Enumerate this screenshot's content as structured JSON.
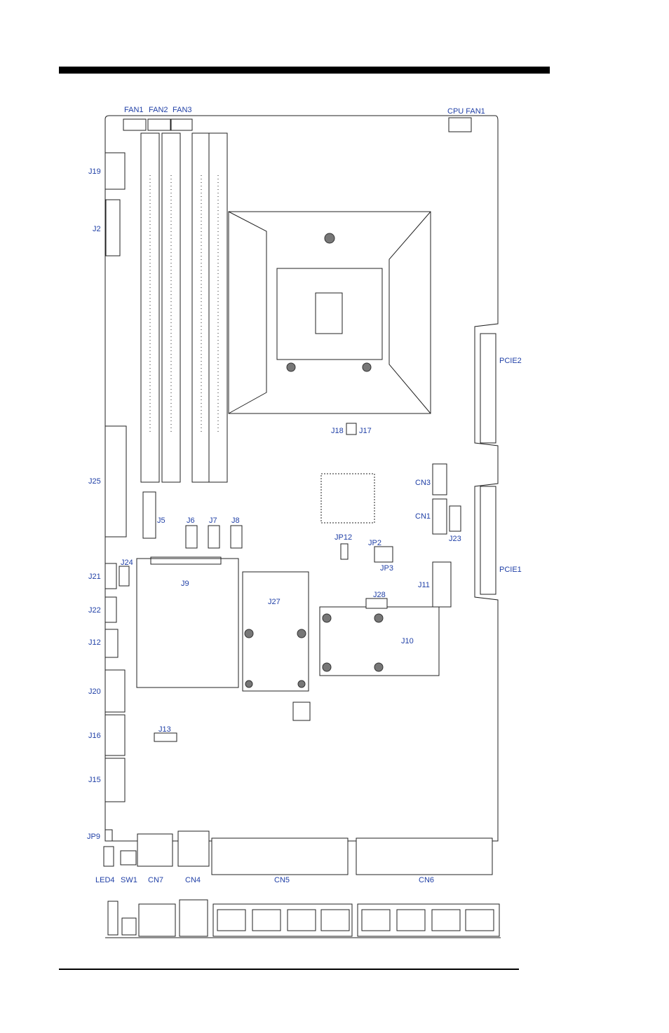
{
  "labels": {
    "fan1": "FAN1",
    "fan2": "FAN2",
    "fan3": "FAN3",
    "cpu_fan1": "CPU FAN1",
    "j19": "J19",
    "j2": "J2",
    "pcie2": "PCIE2",
    "j18": "J18",
    "j17": "J17",
    "j25": "J25",
    "cn3": "CN3",
    "cn1": "CN1",
    "j23": "J23",
    "j5": "J5",
    "j6": "J6",
    "j7": "J7",
    "j8": "J8",
    "jp12": "JP12",
    "jp2": "JP2",
    "jp3": "JP3",
    "j21": "J21",
    "j24": "J24",
    "j9": "J9",
    "j11": "J11",
    "pcie1": "PCIE1",
    "j27": "J27",
    "j28": "J28",
    "j22": "J22",
    "j10": "J10",
    "j12": "J12",
    "j20": "J20",
    "j13": "J13",
    "j16": "J16",
    "j15": "J15",
    "jp9": "JP9",
    "led4": "LED4",
    "sw1": "SW1",
    "cn7": "CN7",
    "cn4": "CN4",
    "cn5": "CN5",
    "cn6": "CN6"
  },
  "colors": {
    "label": "#1f3fa6",
    "line": "#222222",
    "bar": "#000000"
  }
}
